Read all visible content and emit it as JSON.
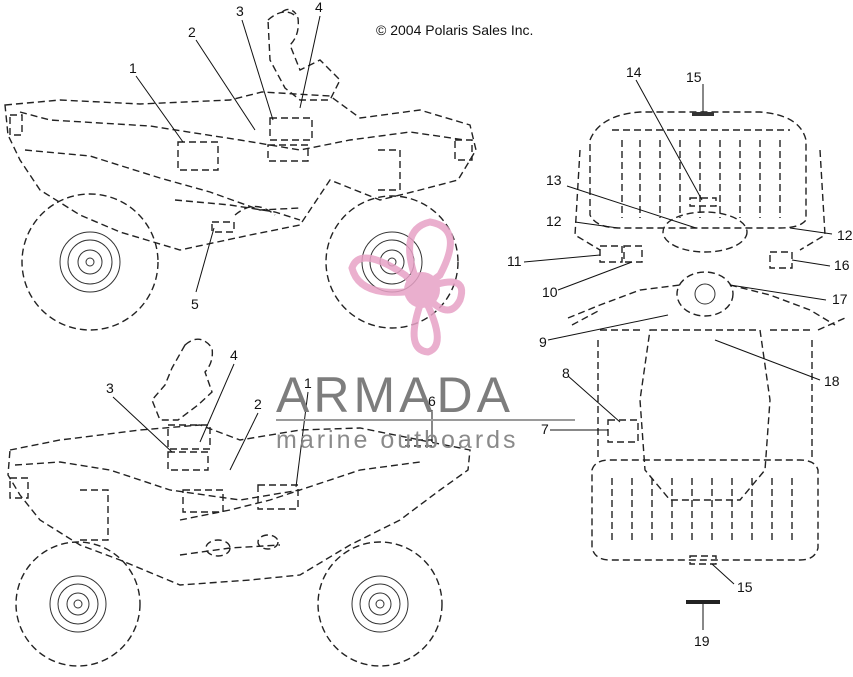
{
  "copyright": "© 2004 Polaris Sales Inc.",
  "watermark": {
    "title": "ARMADA",
    "subtitle": "marine outboards",
    "color": "#e7a2c6"
  },
  "callouts": {
    "left_top": [
      "1",
      "2",
      "3",
      "4",
      "5"
    ],
    "left_bottom": [
      "1",
      "2",
      "3",
      "4",
      "6"
    ],
    "right": [
      "14",
      "15",
      "13",
      "12",
      "12",
      "11",
      "16",
      "10",
      "17",
      "9",
      "18",
      "8",
      "7",
      "15",
      "19"
    ]
  }
}
